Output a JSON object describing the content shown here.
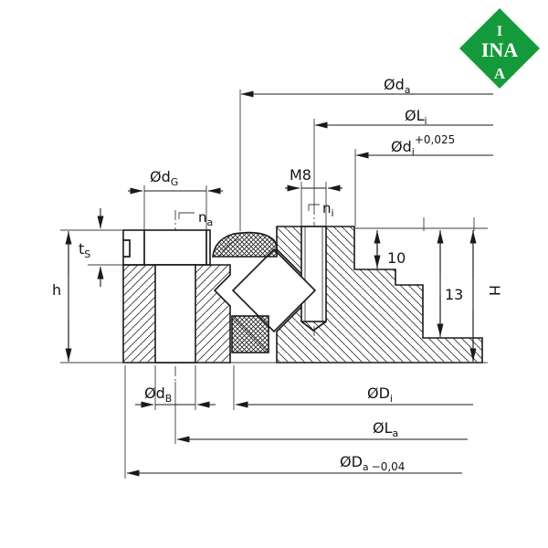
{
  "logo": {
    "line1": "I",
    "line2": "INA",
    "line3": "A",
    "green": "#149a3a"
  },
  "drawing": {
    "type": "bearing cross-section",
    "line_color": "#1a1a1a"
  },
  "dimensions": {
    "da": {
      "main": "Ød",
      "sub": "a"
    },
    "Li": {
      "main": "ØL",
      "sub": "i"
    },
    "di": {
      "main": "Ød",
      "sub": "i",
      "tol": "+0,025"
    },
    "M8": {
      "main": "M8"
    },
    "dG": {
      "main": "Ød",
      "sub": "G"
    },
    "na": {
      "main": "n",
      "sub": "a"
    },
    "ni": {
      "main": "n",
      "sub": "i"
    },
    "tS": {
      "main": "t",
      "sub": "S"
    },
    "h": {
      "main": "h"
    },
    "ten": {
      "main": "10"
    },
    "thirteen": {
      "main": "13"
    },
    "H": {
      "main": "H"
    },
    "Di": {
      "main": "ØD",
      "sub": "i"
    },
    "dB": {
      "main": "Ød",
      "sub": "B"
    },
    "La": {
      "main": "ØL",
      "sub": "a"
    },
    "Da": {
      "main": "ØD",
      "sub": "a",
      "tol": "−0,04"
    }
  }
}
